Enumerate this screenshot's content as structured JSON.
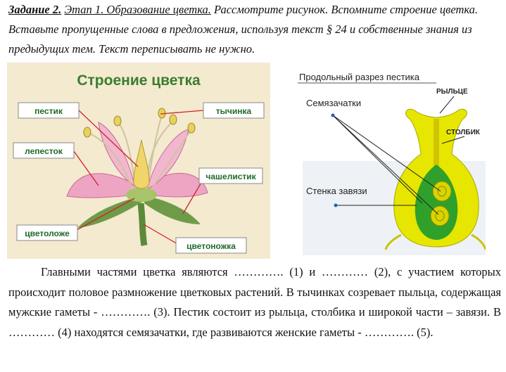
{
  "task": {
    "label": "Задание 2.",
    "stage": "Этап 1. Образование цветка.",
    "instructions": " Рассмотрите рисунок. Вспомните строение цветка. Вставьте пропущенные слова в предложения, используя текст § 24 и собственные знания из предыдущих тем. Текст переписывать не нужно."
  },
  "flower_figure": {
    "title": "Строение цветка",
    "labels": {
      "pistil": "пестик",
      "stamen": "тычинка",
      "petal": "лепесток",
      "sepal": "чашелистик",
      "receptacle": "цветоложе",
      "pedicel": "цветоножка"
    },
    "colors": {
      "background": "#f4ead0",
      "title": "#3a7d2e",
      "label_text": "#1f6a28",
      "petal": "#eea5c4"
    }
  },
  "pistil_figure": {
    "title": "Продольный разрез пестика",
    "labels": {
      "stigma": "РЫЛЬЦЕ",
      "style": "СТОЛБИК",
      "ovules": "Семязачатки",
      "ovary_wall": "Стенка завязи"
    },
    "colors": {
      "outer": "#e6e600",
      "inner": "#2fa12b",
      "ovule": "#d8d400"
    }
  },
  "paragraph": "Главными частями цветка являются …………. (1) и ………… (2), с участием которых происходит половое размножение цветковых растений. В тычинках созревает пыльца, содержащая мужские гаметы - …………. (3). Пестик состоит из рыльца, столбика и широкой части – завязи. В ………… (4) находятся семязачатки, где развиваются женские гаметы - …………. (5)."
}
